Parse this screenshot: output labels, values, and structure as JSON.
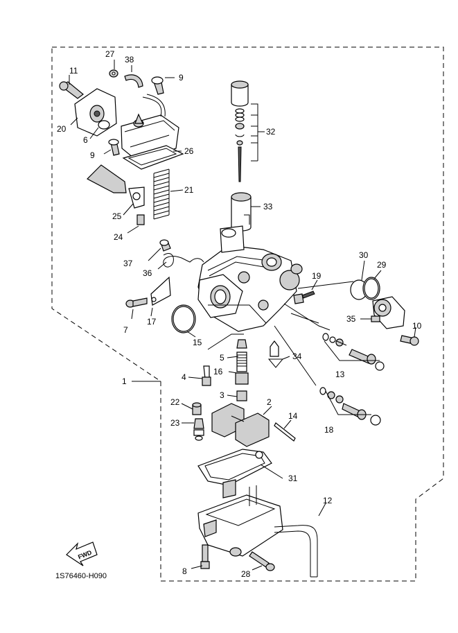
{
  "figure_code": "1S76460-H090",
  "fwd_label": "FWD",
  "callouts": [
    {
      "id": "c1",
      "text": "1"
    },
    {
      "id": "c2",
      "text": "2"
    },
    {
      "id": "c3",
      "text": "3"
    },
    {
      "id": "c4",
      "text": "4"
    },
    {
      "id": "c5",
      "text": "5"
    },
    {
      "id": "c6",
      "text": "6"
    },
    {
      "id": "c7",
      "text": "7"
    },
    {
      "id": "c8",
      "text": "8"
    },
    {
      "id": "c9a",
      "text": "9"
    },
    {
      "id": "c9b",
      "text": "9"
    },
    {
      "id": "c10",
      "text": "10"
    },
    {
      "id": "c11",
      "text": "11"
    },
    {
      "id": "c12",
      "text": "12"
    },
    {
      "id": "c13",
      "text": "13"
    },
    {
      "id": "c14",
      "text": "14"
    },
    {
      "id": "c15",
      "text": "15"
    },
    {
      "id": "c16",
      "text": "16"
    },
    {
      "id": "c17",
      "text": "17"
    },
    {
      "id": "c18",
      "text": "18"
    },
    {
      "id": "c19",
      "text": "19"
    },
    {
      "id": "c20",
      "text": "20"
    },
    {
      "id": "c21",
      "text": "21"
    },
    {
      "id": "c22",
      "text": "22"
    },
    {
      "id": "c23",
      "text": "23"
    },
    {
      "id": "c24",
      "text": "24"
    },
    {
      "id": "c25",
      "text": "25"
    },
    {
      "id": "c26",
      "text": "26"
    },
    {
      "id": "c27",
      "text": "27"
    },
    {
      "id": "c28",
      "text": "28"
    },
    {
      "id": "c29",
      "text": "29"
    },
    {
      "id": "c30",
      "text": "30"
    },
    {
      "id": "c31",
      "text": "31"
    },
    {
      "id": "c32",
      "text": "32"
    },
    {
      "id": "c33",
      "text": "33"
    },
    {
      "id": "c34",
      "text": "34"
    },
    {
      "id": "c35",
      "text": "35"
    },
    {
      "id": "c36",
      "text": "36"
    },
    {
      "id": "c37",
      "text": "37"
    },
    {
      "id": "c38",
      "text": "38"
    }
  ]
}
